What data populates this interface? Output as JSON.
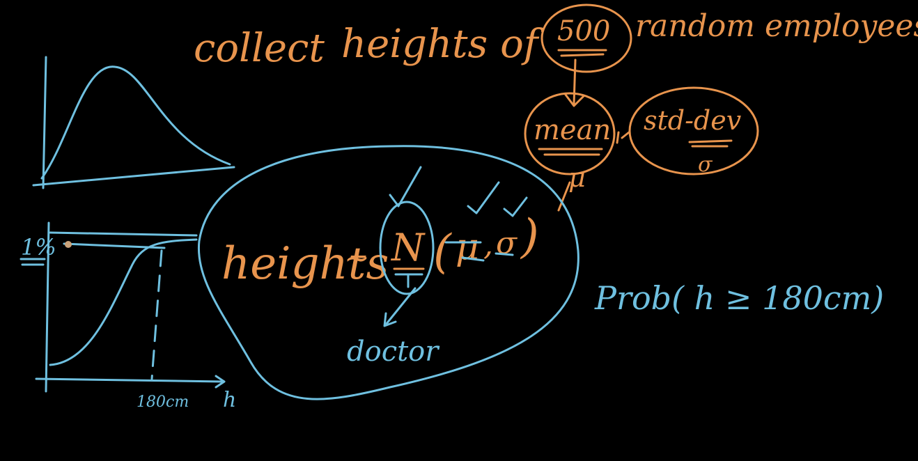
{
  "colors": {
    "background": "#000000",
    "orange": "#e8944d",
    "blue": "#6fc0e0"
  },
  "title": {
    "collect": "collect",
    "heights_of": "heights of",
    "count": "500",
    "random_employees": "random employees"
  },
  "stats": {
    "mean": "mean",
    "mu": "μ",
    "std_dev": "std-dev",
    "sigma": "σ"
  },
  "formula": {
    "heights": "heights",
    "tilde": "~",
    "N": "N",
    "open_paren": "(",
    "mu": "μ",
    "comma": ",",
    "sigma": "σ",
    "close_paren": ")"
  },
  "doctor": "doctor",
  "cdf": {
    "y_label": "1%",
    "x_tick": "180cm",
    "x_label": "h"
  },
  "prob": "Prob( h ≥ 180cm)"
}
